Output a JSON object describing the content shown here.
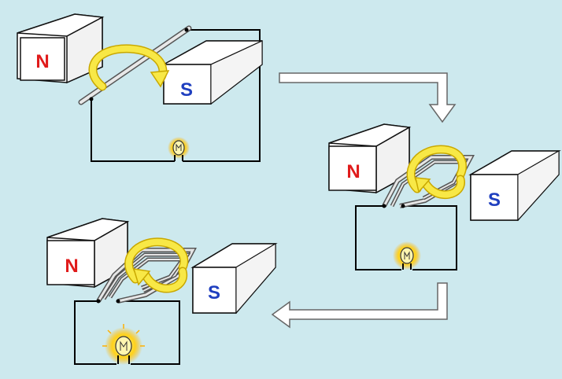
{
  "labels": {
    "north": "N",
    "south": "S"
  },
  "colors": {
    "background": "#cde9ee",
    "north_pole_text": "#e01b1b",
    "south_pole_text": "#1f3fbf",
    "rotation_arrow": "#f8e846",
    "rotation_arrow_outline": "#c9a800",
    "circuit_wire": "#000000",
    "coil": "#9a9a9a",
    "bulb_glow": "#ffd21a",
    "flow_arrow_fill": "#ffffff"
  },
  "panels": [
    {
      "id": "single-rod",
      "bulb_brightness": "dim"
    },
    {
      "id": "small-coil",
      "bulb_brightness": "medium"
    },
    {
      "id": "large-coil",
      "bulb_brightness": "bright"
    }
  ],
  "icons": [
    "rotation-arrow-icon",
    "light-bulb-icon",
    "flow-arrow-icon"
  ]
}
